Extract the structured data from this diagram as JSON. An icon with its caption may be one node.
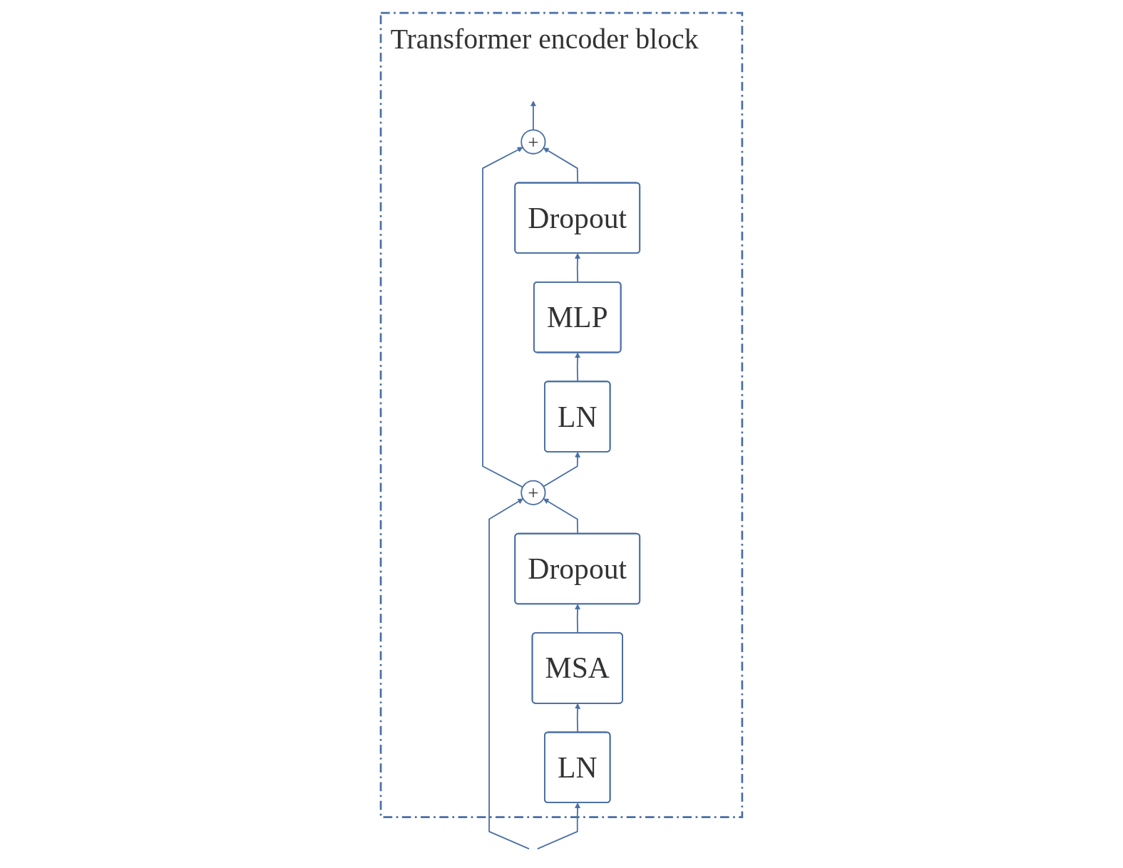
{
  "diagram": {
    "nodes": [
      {
        "text": [
          "Transformer encoder block"
        ]
      },
      {
        "text": [
          "+"
        ],
        "in": 0
      },
      {
        "text": [
          "Dropout"
        ],
        "in": 0
      },
      {
        "text": [
          "MLP"
        ],
        "in": 0
      },
      {
        "text": [
          "LN"
        ],
        "in": 0
      },
      {
        "text": [
          "+"
        ],
        "in": 0
      },
      {
        "text": [
          "Dropout"
        ],
        "in": 0
      },
      {
        "text": [
          "MSA"
        ],
        "in": 0
      },
      {
        "text": [
          "LN"
        ],
        "in": 0
      }
    ],
    "edges": [
      {
        "from": null,
        "to": 8,
        "arrow": "to"
      },
      {
        "from": null,
        "to": 5,
        "arrow": "to"
      },
      {
        "from": 8,
        "to": 7,
        "arrow": "to"
      },
      {
        "from": 7,
        "to": 6,
        "arrow": "to"
      },
      {
        "from": 6,
        "to": 5,
        "arrow": "to"
      },
      {
        "from": 5,
        "to": 4,
        "arrow": "to"
      },
      {
        "from": 5,
        "to": 1,
        "arrow": "to"
      },
      {
        "from": 4,
        "to": 3,
        "arrow": "to"
      },
      {
        "from": 3,
        "to": 2,
        "arrow": "to"
      },
      {
        "from": 2,
        "to": 1,
        "arrow": "to"
      },
      {
        "from": 1,
        "to": null,
        "arrow": "to"
      }
    ]
  }
}
